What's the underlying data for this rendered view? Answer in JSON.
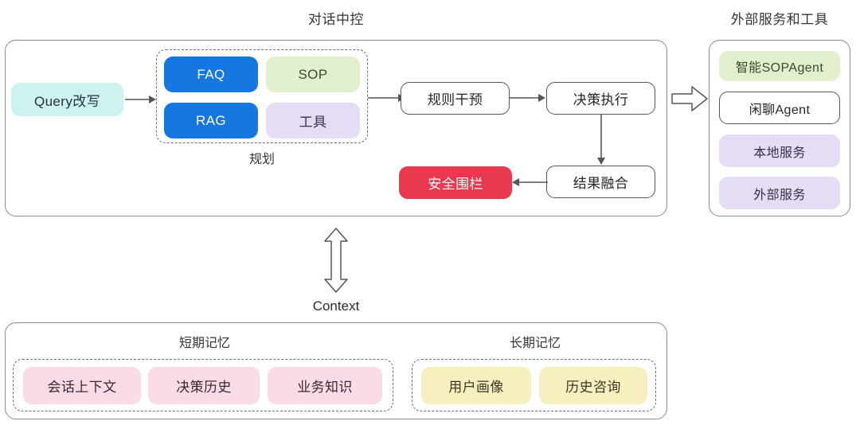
{
  "diagram": {
    "title_main": "对话中控",
    "title_external": "外部服务和工具",
    "context_label": "Context"
  },
  "main_flow": {
    "query_rewrite": "Query改写",
    "planning_group_label": "规划",
    "planning_items": [
      {
        "label": "FAQ",
        "style": "blue"
      },
      {
        "label": "SOP",
        "style": "green"
      },
      {
        "label": "RAG",
        "style": "blue"
      },
      {
        "label": "工具",
        "style": "purple"
      }
    ],
    "rule_intervention": "规则干预",
    "decision_execution": "决策执行",
    "result_fusion": "结果融合",
    "safety_guardrail": "安全围栏"
  },
  "external_services": {
    "items": [
      {
        "label": "智能SOPAgent",
        "style": "green"
      },
      {
        "label": "闲聊Agent",
        "style": "outline"
      },
      {
        "label": "本地服务",
        "style": "purple"
      },
      {
        "label": "外部服务",
        "style": "purple"
      }
    ]
  },
  "memory": {
    "short_term": {
      "title": "短期记忆",
      "items": [
        "会话上下文",
        "决策历史",
        "业务知识"
      ]
    },
    "long_term": {
      "title": "长期记忆",
      "items": [
        "用户画像",
        "历史咨询"
      ]
    }
  },
  "colors": {
    "blue": "#1677e0",
    "blue_text": "#ffffff",
    "green": "#e2f0cd",
    "green_text": "#3a4a2a",
    "purple": "#e6ddf5",
    "purple_text": "#35304a",
    "cyan": "#cdf2f0",
    "cyan_text": "#25323a",
    "red": "#e8394f",
    "red_text": "#ffffff",
    "pink": "#fadbe7",
    "pink_text": "#3a2730",
    "yellow": "#f6efc0",
    "yellow_text": "#3b3722",
    "stroke": "#55555e",
    "panel_stroke": "#8a8a93"
  }
}
